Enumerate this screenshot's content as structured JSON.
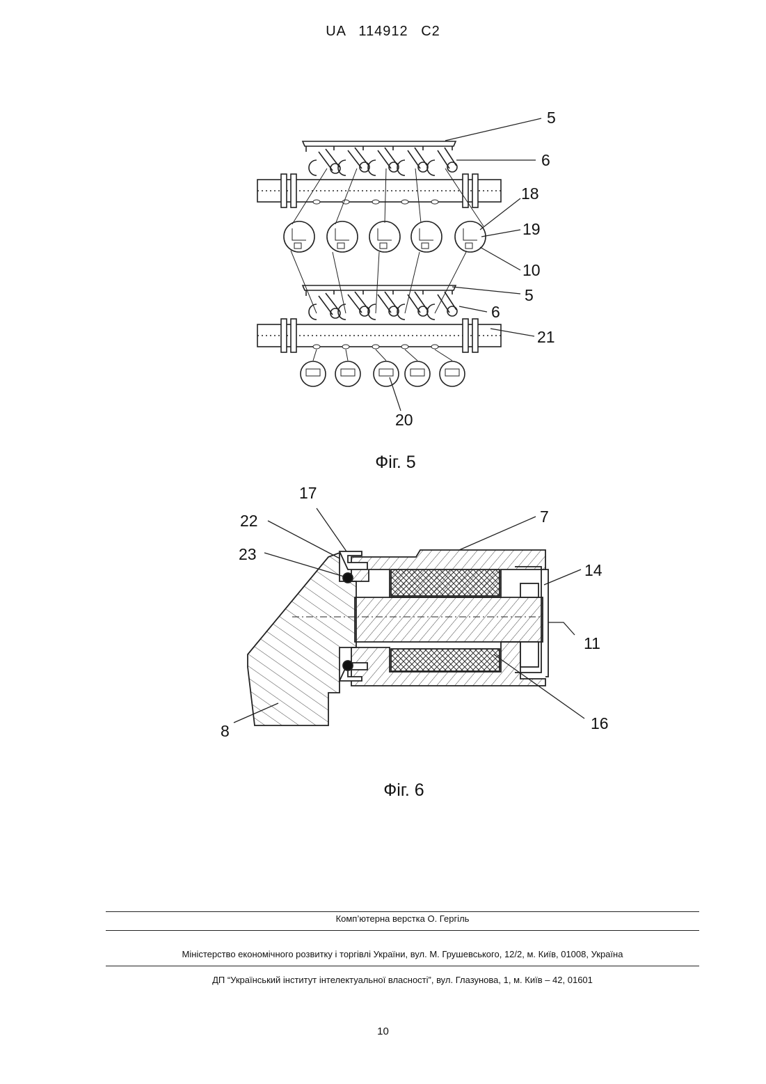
{
  "header": {
    "patent_number": "UA   114912   C2"
  },
  "figures": [
    {
      "caption": "Фіг. 5",
      "labels": {
        "l5a": "5",
        "l6a": "6",
        "l18": "18",
        "l19": "19",
        "l10": "10",
        "l5b": "5",
        "l6b": "6",
        "l21": "21",
        "l20": "20"
      }
    },
    {
      "caption": "Фіг. 6",
      "labels": {
        "l17": "17",
        "l22": "22",
        "l23": "23",
        "l7": "7",
        "l14": "14",
        "l11": "11",
        "l16": "16",
        "l8": "8"
      }
    }
  ],
  "footer": {
    "typesetting": "Комп’ютерна верстка  О. Гергіль",
    "ministry": "Міністерство економічного розвитку і торгівлі України, вул. М. Грушевського, 12/2, м. Київ, 01008, Україна",
    "institute": "ДП “Український інститут інтелектуальної власності”, вул. Глазунова, 1, м. Київ – 42, 01601"
  },
  "page_number": "10"
}
